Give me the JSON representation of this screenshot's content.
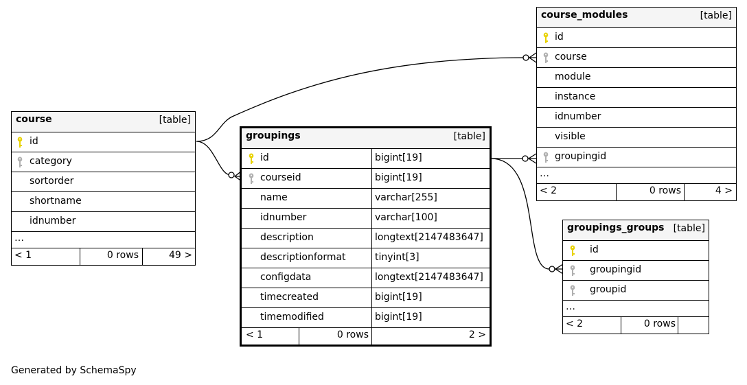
{
  "diagram": {
    "footer": "Generated by SchemaSpy",
    "colors": {
      "primary_key": "#e8d200",
      "foreign_key": "#b0b0b0",
      "header_bg": "#f5f5f5"
    },
    "tables": {
      "course": {
        "name": "course",
        "type": "[table]",
        "columns": [
          {
            "name": "id",
            "key": "primary"
          },
          {
            "name": "category",
            "key": "foreign"
          },
          {
            "name": "sortorder"
          },
          {
            "name": "shortname"
          },
          {
            "name": "idnumber"
          }
        ],
        "ellipsis": "…",
        "footer": {
          "parents": "< 1",
          "rows": "0 rows",
          "children": "49 >"
        }
      },
      "groupings": {
        "name": "groupings",
        "type": "[table]",
        "columns": [
          {
            "name": "id",
            "datatype": "bigint[19]",
            "key": "primary"
          },
          {
            "name": "courseid",
            "datatype": "bigint[19]",
            "key": "foreign"
          },
          {
            "name": "name",
            "datatype": "varchar[255]"
          },
          {
            "name": "idnumber",
            "datatype": "varchar[100]"
          },
          {
            "name": "description",
            "datatype": "longtext[2147483647]"
          },
          {
            "name": "descriptionformat",
            "datatype": "tinyint[3]"
          },
          {
            "name": "configdata",
            "datatype": "longtext[2147483647]"
          },
          {
            "name": "timecreated",
            "datatype": "bigint[19]"
          },
          {
            "name": "timemodified",
            "datatype": "bigint[19]"
          }
        ],
        "footer": {
          "parents": "< 1",
          "rows": "0 rows",
          "children": "2 >"
        }
      },
      "course_modules": {
        "name": "course_modules",
        "type": "[table]",
        "columns": [
          {
            "name": "id",
            "key": "primary"
          },
          {
            "name": "course",
            "key": "foreign"
          },
          {
            "name": "module"
          },
          {
            "name": "instance"
          },
          {
            "name": "idnumber"
          },
          {
            "name": "visible"
          },
          {
            "name": "groupingid",
            "key": "foreign"
          }
        ],
        "ellipsis": "…",
        "footer": {
          "parents": "< 2",
          "rows": "0 rows",
          "children": "4 >"
        }
      },
      "groupings_groups": {
        "name": "groupings_groups",
        "type": "[table]",
        "columns": [
          {
            "name": "id",
            "key": "primary"
          },
          {
            "name": "groupingid",
            "key": "foreign"
          },
          {
            "name": "groupid",
            "key": "foreign"
          }
        ],
        "ellipsis": "…",
        "footer": {
          "parents": "< 2",
          "rows": "0 rows",
          "children": ""
        }
      }
    }
  }
}
